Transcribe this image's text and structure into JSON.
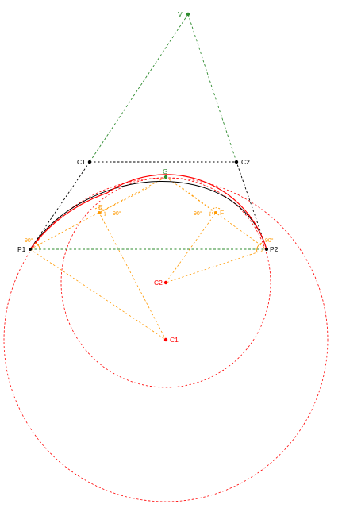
{
  "points": {
    "V": {
      "label": "V",
      "color": "#2e8b2e"
    },
    "C1": {
      "label": "C1",
      "color": "#000000"
    },
    "C2": {
      "label": "C2",
      "color": "#000000"
    },
    "G": {
      "label": "G",
      "color": "#2e8b2e"
    },
    "E": {
      "label": "E",
      "color": "#ff9900"
    },
    "F": {
      "label": "F",
      "color": "#ff9900"
    },
    "P1": {
      "label": "P1",
      "color": "#000000"
    },
    "P2": {
      "label": "P2",
      "color": "#000000"
    },
    "C2c": {
      "label": "C2",
      "color": "#ff0000"
    },
    "C1c": {
      "label": "C1",
      "color": "#ff0000"
    }
  },
  "angles": {
    "e": "90°",
    "f": "90°",
    "p1": "90°",
    "p2": "90°"
  },
  "colors": {
    "green": "#2e8b2e",
    "orange": "#ff9900",
    "red": "#ff0000",
    "black": "#000000"
  }
}
